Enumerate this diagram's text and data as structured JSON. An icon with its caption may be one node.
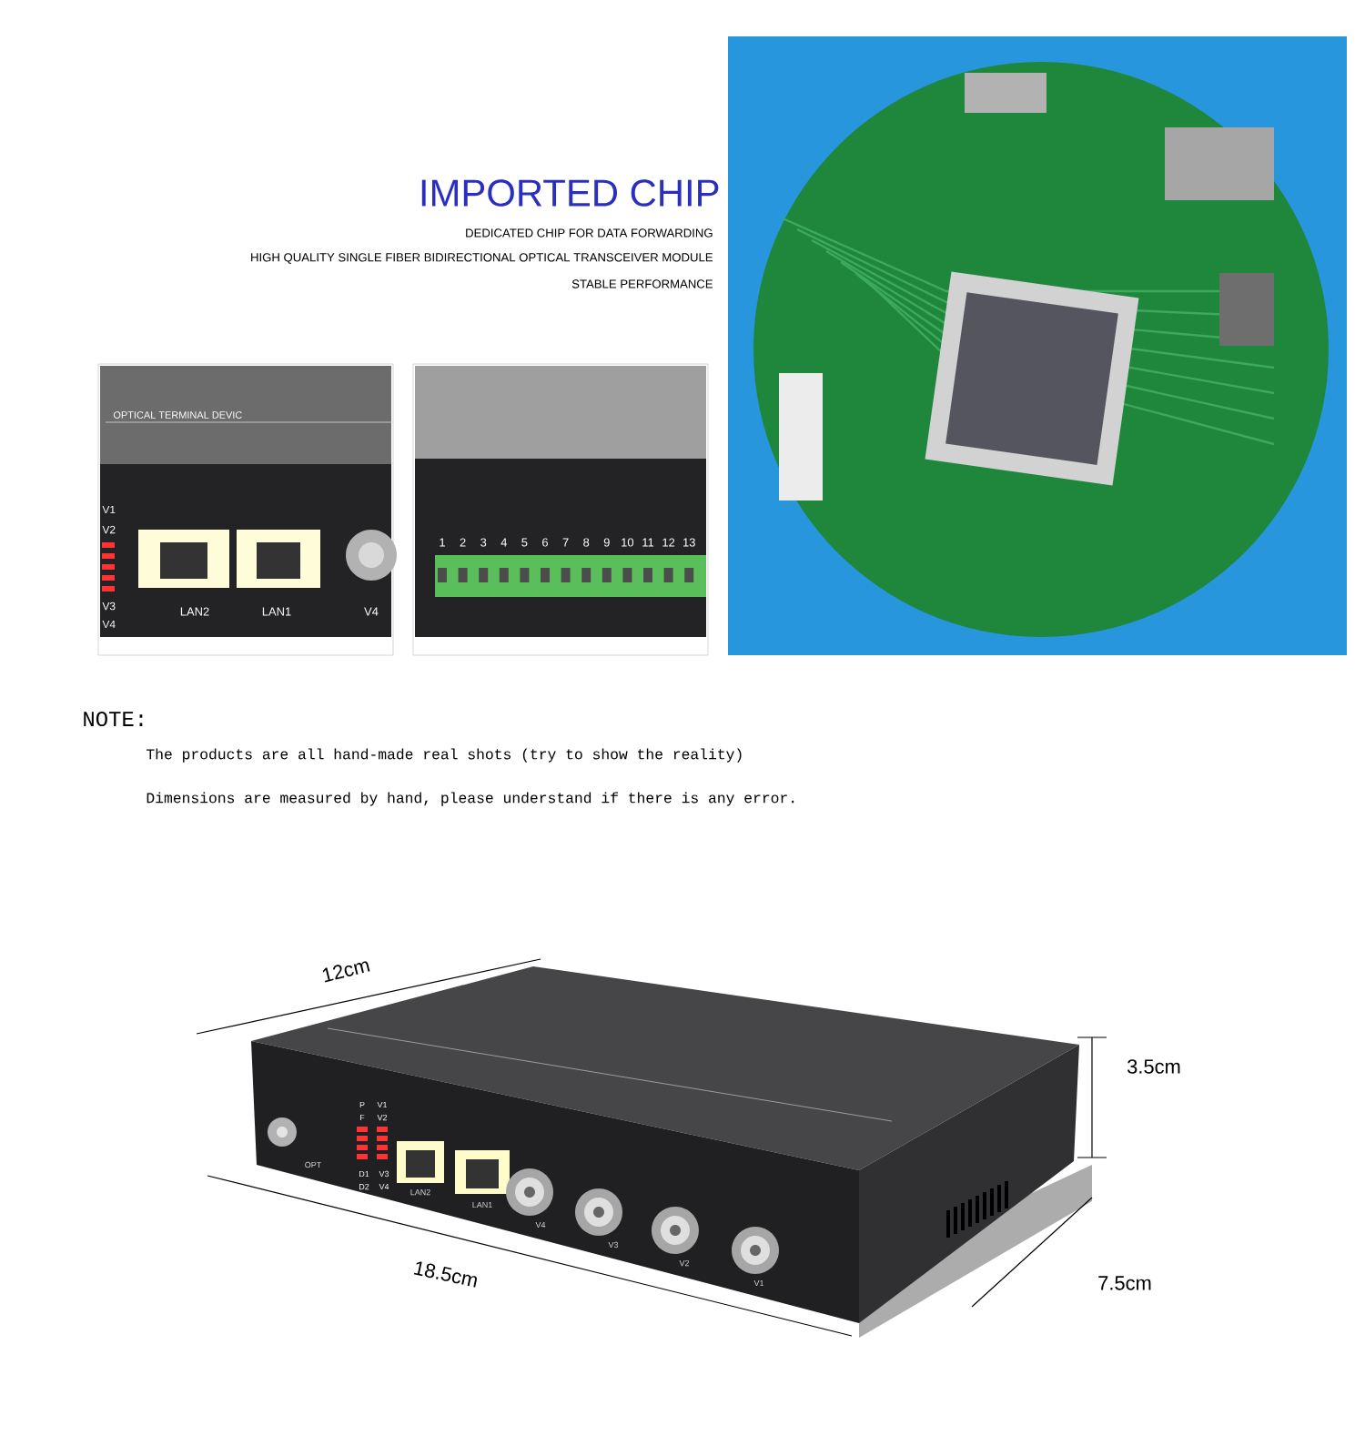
{
  "diagram": {
    "title": "IMPORTED CHIP",
    "labels": [
      "DEDICATED CHIP FOR DATA FORWARDING",
      "HIGH QUALITY SINGLE FIBER BIDIRECTIONAL OPTICAL TRANSCEIVER MODULE",
      "STABLE PERFORMANCE",
      "OPTICAL TERMINAL DEVIC",
      "V1",
      "V2",
      "V3",
      "V4",
      "LAN2",
      "LAN1",
      "V4",
      "1",
      "2",
      "3",
      "4",
      "5",
      "6",
      "7",
      "8",
      "9",
      "10",
      "11",
      "12",
      "13",
      "NOTE:",
      "The products are all hand-made real shots (try to show the reality)",
      "Dimensions are measured by hand, please understand if there is any error.",
      "12cm",
      "3.5cm",
      "18.5cm",
      "7.5cm",
      "OPT",
      "P",
      "V1",
      "F",
      "V2",
      "D1",
      "V3",
      "D2",
      "V4",
      "LAN2",
      "LAN1",
      "V4",
      "V3",
      "V2",
      "V1"
    ]
  }
}
